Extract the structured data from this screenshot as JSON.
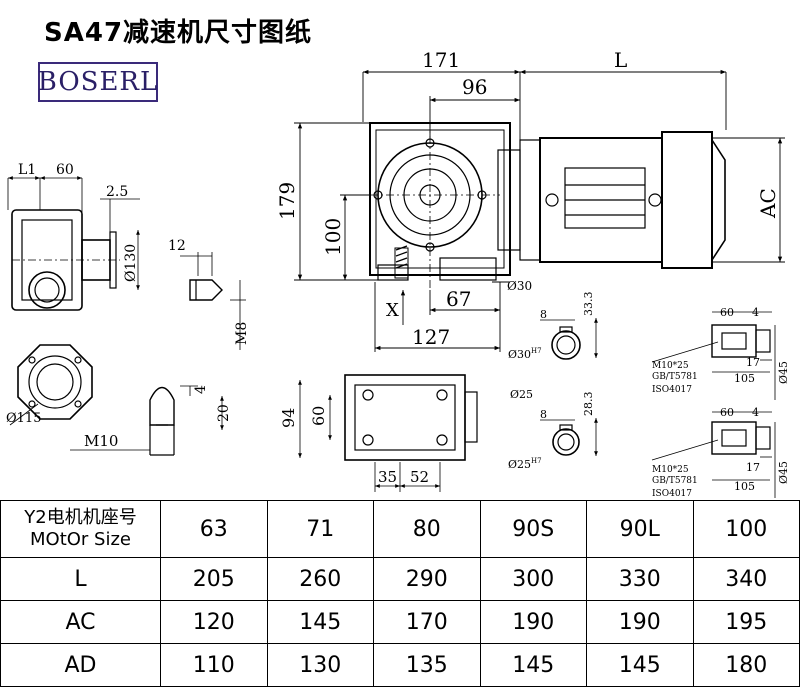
{
  "title": "SA47减速机尺寸图纸",
  "logo": "BOSERL",
  "dims": {
    "d171": "171",
    "dL": "L",
    "d96": "96",
    "dAC": "AC",
    "d179": "179",
    "d100": "100",
    "dX": "X",
    "d67": "67",
    "d127": "127",
    "d30": "Ø30",
    "dL1": "L1",
    "d60": "60",
    "d25": "2.5",
    "d130": "Ø130",
    "d12": "12",
    "dM8": "M8",
    "d115": "Ø115",
    "d4": "4",
    "d20": "20",
    "dM10": "M10",
    "d94": "94",
    "d60b": "60",
    "d35": "35",
    "d52": "52",
    "k8a": "8",
    "k333": "33.3",
    "k30h7": "Ø30",
    "kH7a": "H7",
    "kO25": "Ø25",
    "k8b": "8",
    "k283": "28.3",
    "k25h7": "Ø25",
    "kH7b": "H7",
    "m60a": "60",
    "m4a": "4",
    "m17a": "17",
    "m105a": "105",
    "m45a": "Ø45",
    "mM10a": "M10*25",
    "mGBa": "GB/T5781",
    "mISOa": "ISO4017",
    "m60b": "60",
    "m4b": "4",
    "m17b": "17",
    "m105b": "105",
    "m45b": "Ø45",
    "mM10b": "M10*25",
    "mGBb": "GB/T5781",
    "mISOb": "ISO4017"
  },
  "table": {
    "header_line1": "Y2电机机座号",
    "header_line2": "MOtOr Size",
    "sizes": [
      "63",
      "71",
      "80",
      "90S",
      "90L",
      "100"
    ],
    "rows": [
      {
        "label": "L",
        "values": [
          "205",
          "260",
          "290",
          "300",
          "330",
          "340"
        ]
      },
      {
        "label": "AC",
        "values": [
          "120",
          "145",
          "170",
          "190",
          "190",
          "195"
        ]
      },
      {
        "label": "AD",
        "values": [
          "110",
          "130",
          "135",
          "145",
          "145",
          "180"
        ]
      }
    ]
  }
}
